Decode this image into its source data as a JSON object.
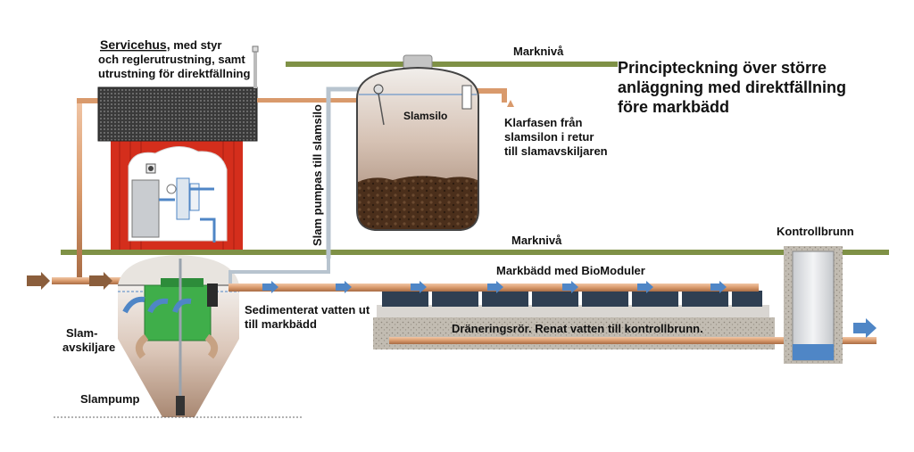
{
  "title": {
    "line1": "Principteckning över större",
    "line2": "anläggning med direktfällning",
    "line3": "före markbädd"
  },
  "labels": {
    "ground_top": "Marknivå",
    "ground_mid": "Marknivå",
    "servicehus_title": "Servicehus,",
    "servicehus_rest": " med styr",
    "servicehus_line2": "och reglerutrustning, samt",
    "servicehus_line3": "utrustning för direktfällning",
    "slamsilo": "Slamsilo",
    "klarfas_1": "Klarfasen från",
    "klarfas_2": "slamsilon i retur",
    "klarfas_3": "till slamavskiljaren",
    "slam_pumpas": "Slam pumpas till slamsilo",
    "kontrollbrunn": "Kontrollbrunn",
    "markbadd": "Markbädd med BioModuler",
    "sediment_1": "Sedimenterat vatten ut",
    "sediment_2": "till markbädd",
    "slamavskiljare_1": "Slam-",
    "slamavskiljare_2": "avskiljare",
    "dranering": "Dräneringsrör.  Renat vatten till kontrollbrunn.",
    "slampump": "Slampump"
  },
  "colors": {
    "ground": "#7f9146",
    "pipe": "#d99a6c",
    "house_red": "#d42e1c",
    "roof": "#4a4a4a",
    "tank_top": "#eceae6",
    "sludge": "#4a2f1c",
    "water_arrow": "#4f86c6",
    "green_unit": "#3fae4a",
    "module": "#2f3f52",
    "gravel": "#bdb7ad"
  }
}
